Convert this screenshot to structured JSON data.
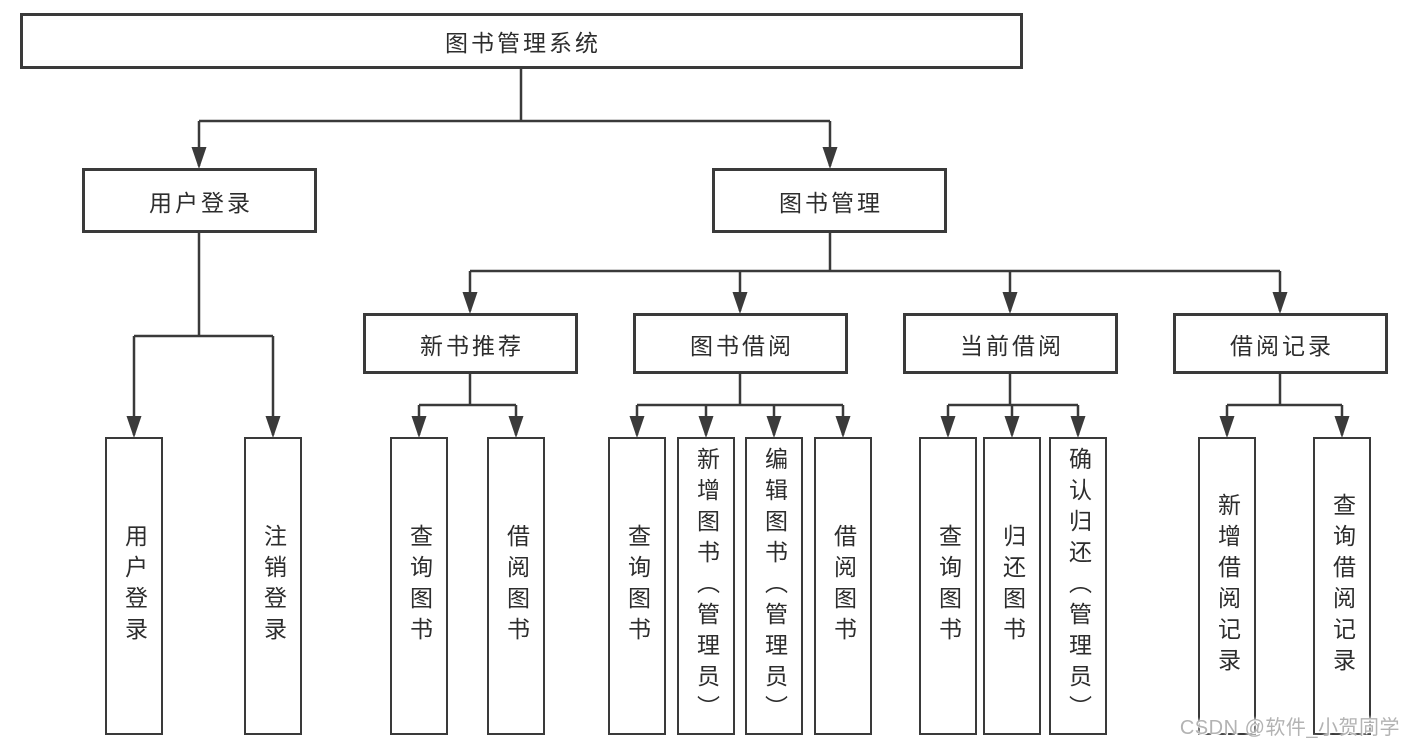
{
  "diagram": {
    "title": "图书管理系统",
    "branches": [
      {
        "label": "用户登录",
        "children": [
          "用户登录",
          "注销登录"
        ]
      },
      {
        "label": "图书管理",
        "children": [
          {
            "label": "新书推荐",
            "children": [
              "查询图书",
              "借阅图书"
            ]
          },
          {
            "label": "图书借阅",
            "children": [
              "查询图书",
              "新增图书（管理员）",
              "编辑图书（管理员）",
              "借阅图书"
            ]
          },
          {
            "label": "当前借阅",
            "children": [
              "查询图书",
              "归还图书",
              "确认归还（管理员）"
            ]
          },
          {
            "label": "借阅记录",
            "children": [
              "新增借阅记录",
              "查询借阅记录"
            ]
          }
        ]
      }
    ]
  },
  "watermark": {
    "text": "CSDN @软件_小贺同学"
  },
  "colors": {
    "line": "#3a3a3a",
    "box_border": "#3a3a3a",
    "text": "#2d2d2d",
    "background": "#ffffff",
    "watermark": "#b3b3b3"
  }
}
